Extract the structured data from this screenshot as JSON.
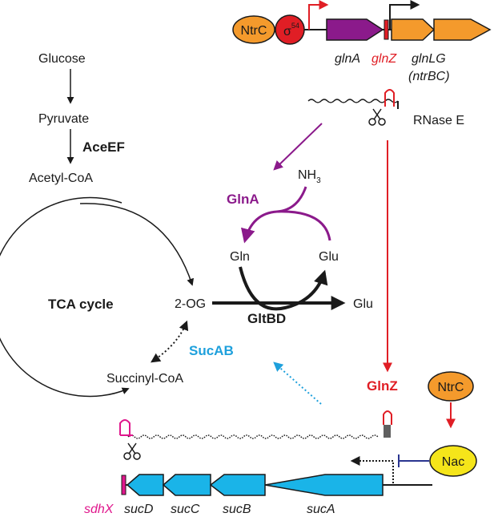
{
  "colors": {
    "black": "#1a1a1a",
    "red": "#e01e25",
    "magenta": "#e0168c",
    "purple": "#8b1a8b",
    "orange": "#f49a2c",
    "cyan": "#1ea0dc",
    "gene_blue": "#1ab4e8",
    "nac_yellow": "#f5e51a",
    "repress_blue": "#2a3590"
  },
  "operon_top": {
    "ntrc": "NtrC",
    "sigma": "σ",
    "sigma_sup": "54",
    "glnA": "glnA",
    "glnZ": "glnZ",
    "glnLG": "glnLG",
    "ntrBC": "(ntrBC)"
  },
  "rnase": "RNase E",
  "pathway": {
    "glucose": "Glucose",
    "pyruvate": "Pyruvate",
    "aceef": "AceEF",
    "acetyl_coa": "Acetyl-CoA",
    "tca_cycle": "TCA cycle",
    "two_og": "2-OG",
    "succinyl_coa": "Succinyl-CoA",
    "sucab": "SucAB"
  },
  "nitrogen": {
    "nh3": "NH",
    "nh3_sub": "3",
    "glna": "GlnA",
    "gln": "Gln",
    "glu_top": "Glu",
    "glu_right": "Glu",
    "gltbd": "GltBD"
  },
  "regulation": {
    "glnz": "GlnZ",
    "ntrc": "NtrC",
    "nac": "Nac"
  },
  "operon_bottom": {
    "sdhX": "sdhX",
    "sucD": "sucD",
    "sucC": "sucC",
    "sucB": "sucB",
    "sucA": "sucA"
  }
}
